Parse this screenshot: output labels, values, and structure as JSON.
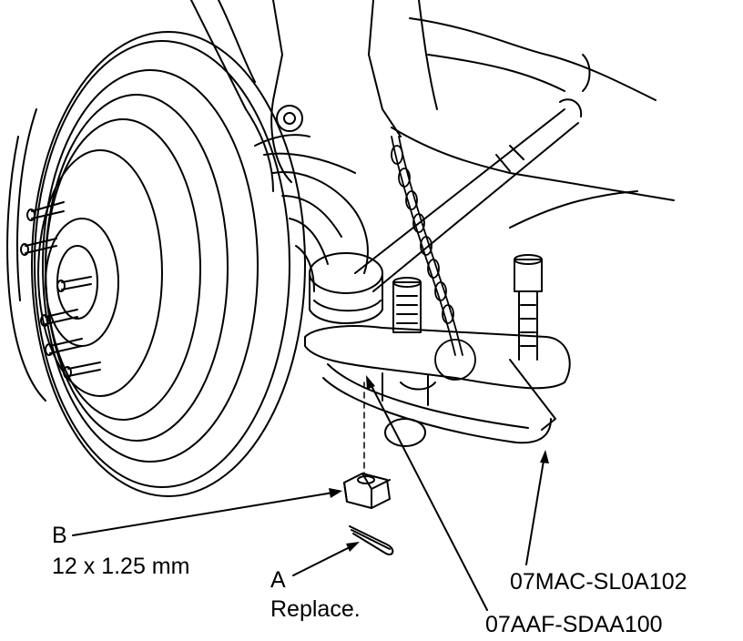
{
  "callouts": {
    "b": {
      "letter": "B",
      "text": "12 x 1.25 mm"
    },
    "a": {
      "letter": "A",
      "text": "Replace."
    },
    "tool_1": {
      "text": "07MAC-SL0A102"
    },
    "tool_2": {
      "text": "07AAF-SDAA100"
    }
  },
  "colors": {
    "ink": "#000000",
    "paper": "#ffffff"
  }
}
